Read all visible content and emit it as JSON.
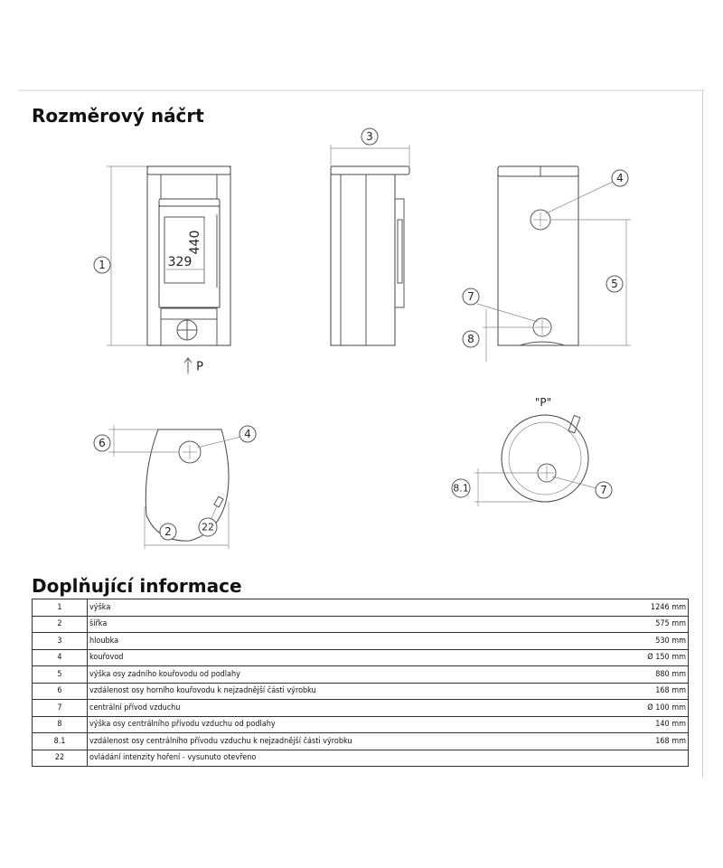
{
  "sketch_title": "Rozměrový náčrt",
  "info_title": "Doplňující informace",
  "drawing_labels": {
    "l1": "1",
    "l2": "2",
    "l3": "3",
    "l4a": "4",
    "l4b": "4",
    "l5": "5",
    "l6": "6",
    "l7a": "7",
    "l7b": "7",
    "l8": "8",
    "l81": "8.1",
    "l22": "22",
    "glass_height": "440",
    "glass_width": "329",
    "view_arrow": "P",
    "view_p_title": "\"P\""
  },
  "rows": [
    {
      "num": "1",
      "desc": "výška",
      "value": "1246 mm"
    },
    {
      "num": "2",
      "desc": "šířka",
      "value": "575 mm"
    },
    {
      "num": "3",
      "desc": "hloubka",
      "value": "530 mm"
    },
    {
      "num": "4",
      "desc": "kouřovod",
      "value": "Ø 150 mm"
    },
    {
      "num": "5",
      "desc": "výška osy zadního kouřovodu od podlahy",
      "value": "880 mm"
    },
    {
      "num": "6",
      "desc": "vzdálenost osy horního kouřovodu k nejzadnější části výrobku",
      "value": "168 mm"
    },
    {
      "num": "7",
      "desc": "centrální přívod vzduchu",
      "value": "Ø 100 mm"
    },
    {
      "num": "8",
      "desc": "výška osy centrálního přívodu vzduchu od podlahy",
      "value": "140 mm"
    },
    {
      "num": "8.1",
      "desc": "vzdálenost osy centrálního přívodu vzduchu k nejzadnější části výrobku",
      "value": "168 mm"
    },
    {
      "num": "22",
      "desc": "ovládání intenzity hoření - vysunuto otevřeno",
      "value": ""
    }
  ]
}
